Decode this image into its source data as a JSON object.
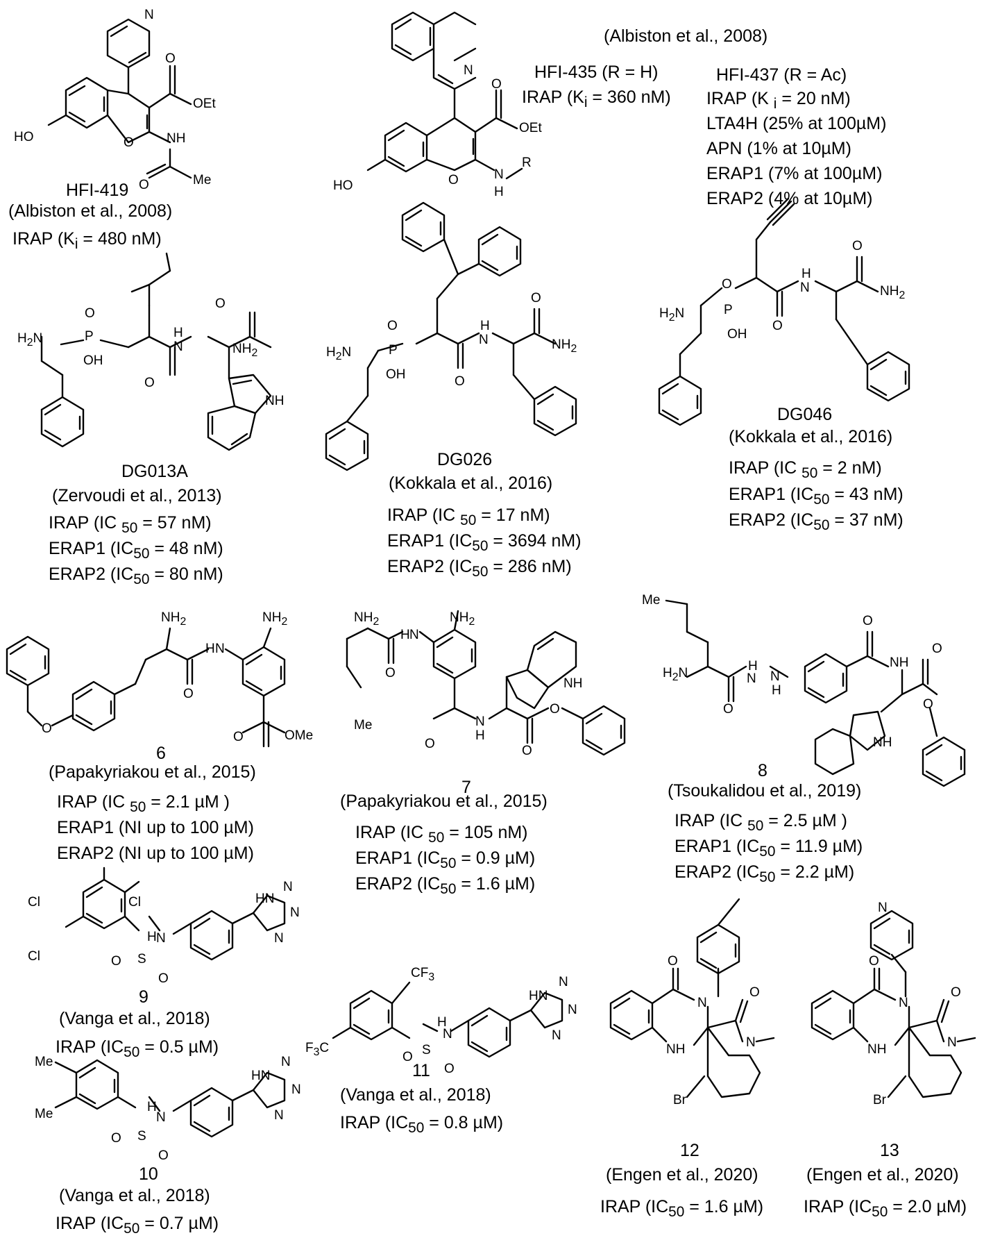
{
  "compounds": [
    {
      "id": "hfi419",
      "name": "HFI-419",
      "ref": "(Albiston et al., 2008)",
      "lines": [
        "IRAP (K<sub>i</sub> = 480 nM)"
      ]
    },
    {
      "id": "hfi435",
      "name": "HFI-435   (R = H)",
      "ref": "(Albiston et al., 2008)",
      "lines": [
        "IRAP (K<sub>i</sub> = 360 nM)"
      ]
    },
    {
      "id": "hfi437",
      "name": "HFI-437   (R = Ac)",
      "ref": "",
      "lines": [
        "IRAP   (K <sub>i</sub> = 20 nM)",
        "LTA4H (25% at 100µM)",
        "APN (1% at 10µM)",
        "ERAP1 (7% at 100µM)",
        "ERAP2 (4% at 10µM)"
      ]
    },
    {
      "id": "dg013a",
      "name": "DG013A",
      "ref": "(Zervoudi et al., 2013)",
      "lines": [
        "IRAP (IC <sub>50</sub> = 57  nM)",
        "ERAP1 (IC<sub>50</sub> = 48 nM)",
        "ERAP2 (IC<sub>50</sub> = 80 nM)"
      ]
    },
    {
      "id": "dg026",
      "name": "DG026",
      "ref": "(Kokkala et al., 2016)",
      "lines": [
        "IRAP (IC <sub>50</sub> = 17  nM)",
        "ERAP1 (IC<sub>50</sub> = 3694 nM)",
        "ERAP2 (IC<sub>50</sub> = 286 nM)"
      ]
    },
    {
      "id": "dg046",
      "name": "DG046",
      "ref": "(Kokkala et al., 2016)",
      "lines": [
        "IRAP (IC <sub>50</sub> = 2  nM)",
        "ERAP1 (IC<sub>50</sub> = 43 nM)",
        "ERAP2 (IC<sub>50</sub> = 37 nM)"
      ]
    },
    {
      "id": "c6",
      "name": "6",
      "ref": "(Papakyriakou et al., 2015)",
      "lines": [
        "IRAP (IC <sub>50</sub> = 2.1 µM  )",
        "ERAP1 (NI up to 100 µM)",
        "ERAP2 (NI up to 100 µM)"
      ]
    },
    {
      "id": "c7",
      "name": "7",
      "ref": "(Papakyriakou et al., 2015)",
      "lines": [
        "IRAP (IC <sub>50</sub> = 105  nM)",
        "ERAP1 (IC<sub>50</sub> = 0.9 µM)",
        "ERAP2 (IC<sub>50</sub> = 1.6 µM)"
      ]
    },
    {
      "id": "c8",
      "name": "8",
      "ref": "(Tsoukalidou et al., 2019)",
      "lines": [
        "IRAP (IC <sub>50</sub> = 2.5 µM  )",
        "ERAP1 (IC<sub>50</sub> = 11.9 µM)",
        "ERAP2 (IC<sub>50</sub> = 2.2 µM)"
      ]
    },
    {
      "id": "c9",
      "name": "9",
      "ref": "(Vanga et al., 2018)",
      "lines": [
        "IRAP (IC<sub>50</sub> = 0.5 µM)"
      ]
    },
    {
      "id": "c10",
      "name": "10",
      "ref": "(Vanga et al., 2018)",
      "lines": [
        "IRAP (IC<sub>50</sub> = 0.7 µM)"
      ]
    },
    {
      "id": "c11",
      "name": "11",
      "ref": "(Vanga et al., 2018)",
      "lines": [
        "IRAP (IC<sub>50</sub> = 0.8 µM)"
      ]
    },
    {
      "id": "c12",
      "name": "12",
      "ref": "(Engen et al., 2020)",
      "lines": [
        "IRAP (IC<sub>50</sub> = 1.6 µM)"
      ]
    },
    {
      "id": "c13",
      "name": "13",
      "ref": "(Engen et al., 2020)",
      "lines": [
        "IRAP (IC<sub>50</sub> = 2.0 µM)"
      ]
    }
  ],
  "atoms": {
    "N": "N",
    "O": "O",
    "HO": "HO",
    "OEt": "OEt",
    "NH": "NH",
    "Me": "Me",
    "H": "H",
    "R": "R",
    "N_H": "N",
    "H2N": "H<sub>2</sub>N",
    "NH2": "NH<sub>2</sub>",
    "P": "P",
    "OH": "OH",
    "OMe": "OMe",
    "Cl": "Cl",
    "S": "S",
    "HN": "HN",
    "HNtz": "HN",
    "CF3": "CF<sub>3</sub>",
    "F3C": "F<sub>3</sub>C",
    "Br": "Br",
    "H_": "H"
  }
}
